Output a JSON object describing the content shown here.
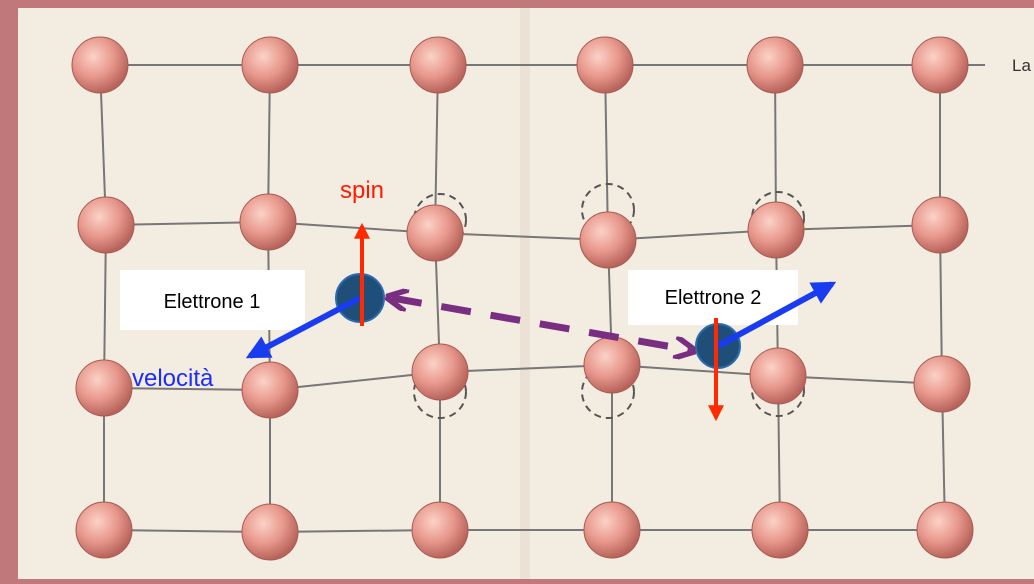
{
  "labels": {
    "electron1": "Elettrone 1",
    "electron2": "Elettrone 2",
    "spin": "spin",
    "velocity": "velocità",
    "edge_fragment": "La"
  },
  "colors": {
    "frame": "#c0787a",
    "paper": "#f3ece0",
    "atom": "#e8988c",
    "electron": "#1f4e79",
    "spin_arrow": "#ff2a00",
    "velocity_arrow": "#1a3cf0",
    "interaction_arrow": "#7a2e82",
    "bond": "#777777"
  },
  "icons": {
    "atom": "lattice-ion-sphere",
    "displaced_site": "dashed-circle",
    "electron": "electron-dot"
  }
}
